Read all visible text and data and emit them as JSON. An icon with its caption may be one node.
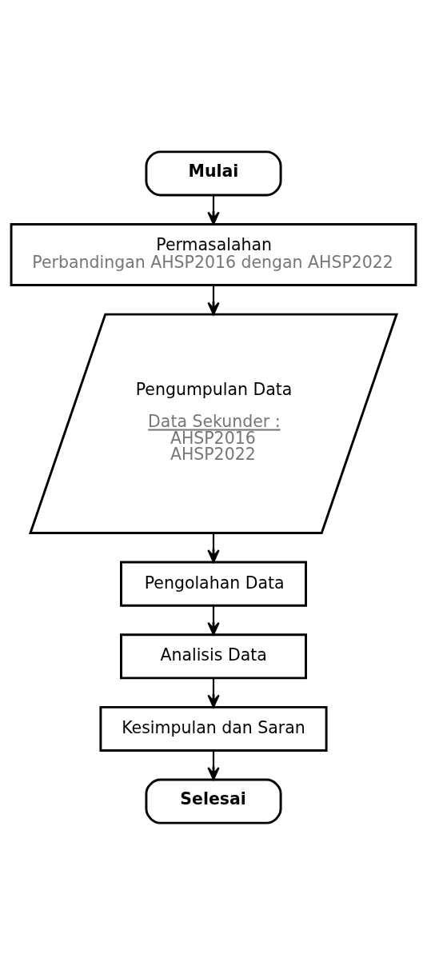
{
  "diagram": {
    "nodes": [
      {
        "text": [
          "Mulai"
        ]
      },
      {
        "text": [
          "Permasalahan",
          "Perbandingan AHSP2016 dengan AHSP2022"
        ]
      },
      {
        "text": [
          "Pengumpulan Data",
          "Data Sekunder :",
          "AHSP2016",
          "AHSP2022"
        ]
      },
      {
        "text": [
          "Pengolahan Data"
        ]
      },
      {
        "text": [
          "Analisis Data"
        ]
      },
      {
        "text": [
          "Kesimpulan dan Saran"
        ]
      },
      {
        "text": [
          "Selesai"
        ]
      }
    ],
    "edges": [
      {
        "from": 0,
        "to": 1,
        "arrow": "to"
      },
      {
        "from": 1,
        "to": 2,
        "arrow": "to"
      },
      {
        "from": 2,
        "to": 3,
        "arrow": "to"
      },
      {
        "from": 3,
        "to": 4,
        "arrow": "to"
      },
      {
        "from": 4,
        "to": 5,
        "arrow": "to"
      },
      {
        "from": 5,
        "to": 6,
        "arrow": "to"
      }
    ]
  }
}
